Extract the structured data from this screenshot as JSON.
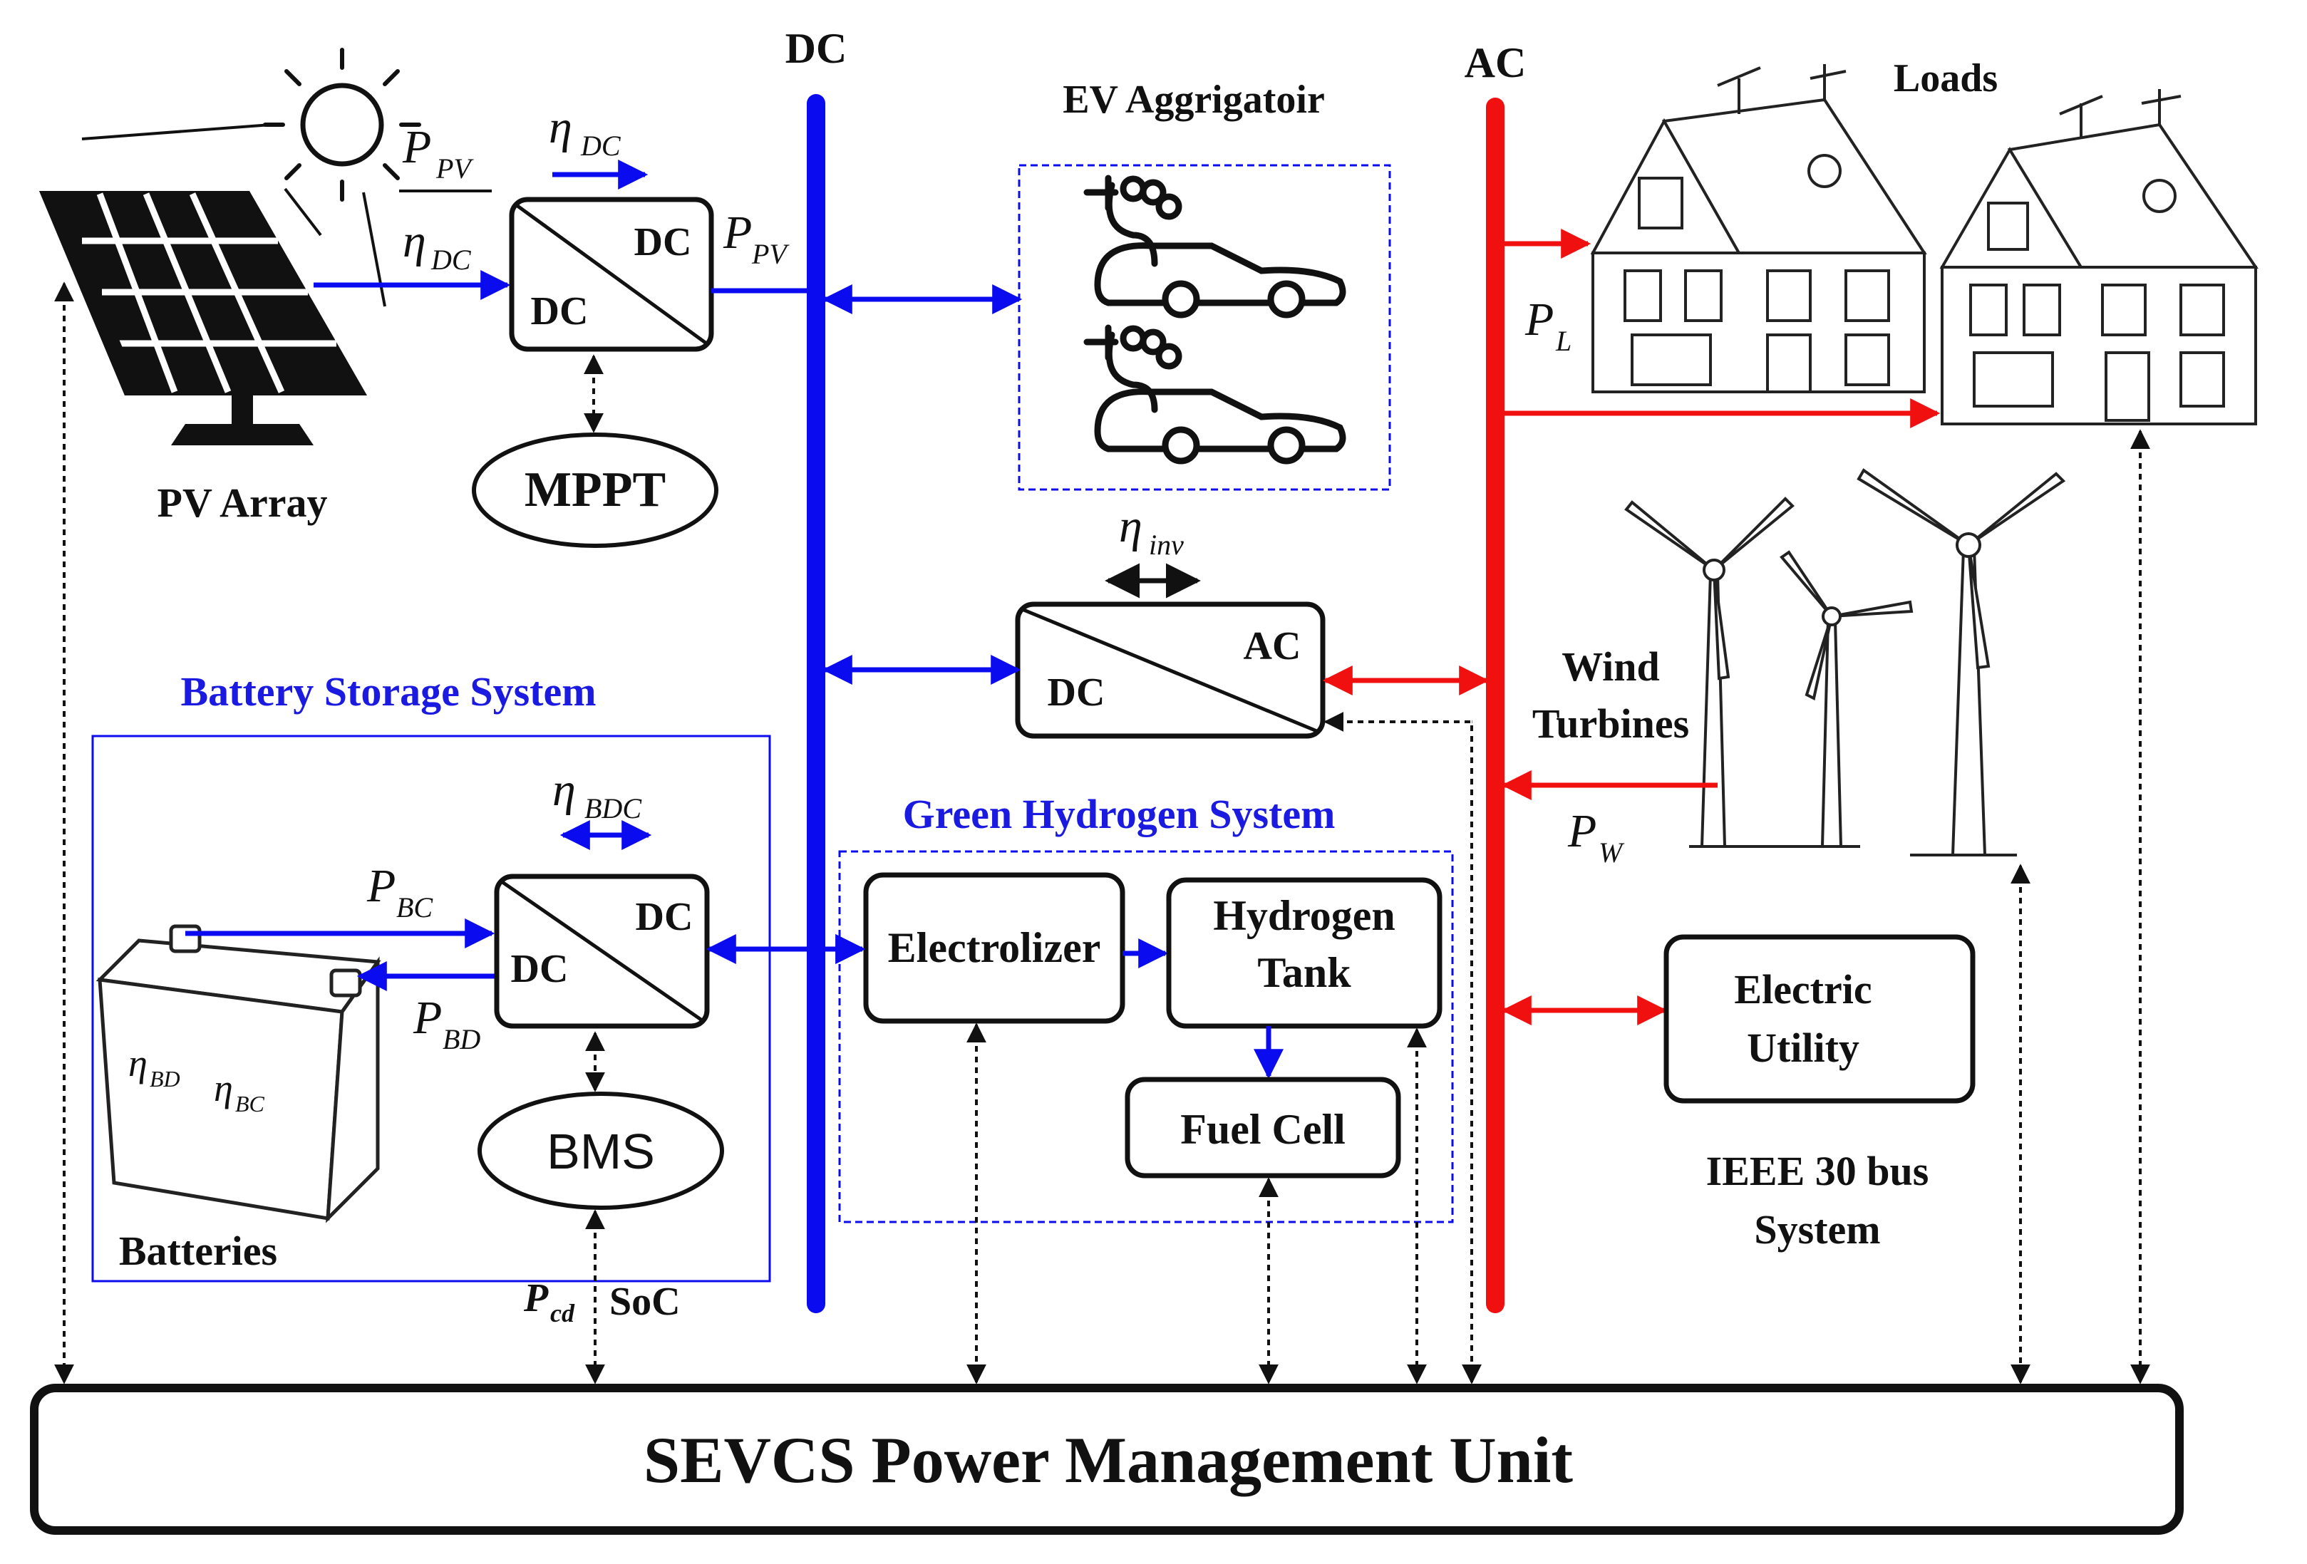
{
  "bus": {
    "dc": "DC",
    "ac": "AC"
  },
  "pv": {
    "label": "PV Array",
    "p_sym": "P",
    "p_sub": "PV",
    "eta_sym": "η",
    "eta_sub": "DC",
    "conv_top": "DC",
    "conv_bot": "DC",
    "eta_conv_sym": "η",
    "eta_conv_sub": "DC",
    "out_sym": "P",
    "out_sub": "PV",
    "mppt": "MPPT"
  },
  "ev": {
    "title": "EV Aggrigatoir"
  },
  "inverter": {
    "eta_sym": "η",
    "eta_sub": "inv",
    "top": "AC",
    "bot": "DC"
  },
  "loads": {
    "title": "Loads",
    "p_sym": "P",
    "p_sub": "L"
  },
  "wind": {
    "line1": "Wind",
    "line2": "Turbines",
    "p_sym": "P",
    "p_sub": "W"
  },
  "battery": {
    "title": "Battery Storage System",
    "eta_sym": "η",
    "eta_sub": "BDC",
    "conv_top": "DC",
    "conv_bot": "DC",
    "pbc_sym": "P",
    "pbc_sub": "BC",
    "pbd_sym": "P",
    "pbd_sub": "BD",
    "eta_bd": "η",
    "eta_bd_sub": "BD",
    "eta_bc": "η",
    "eta_bc_sub": "BC",
    "label": "Batteries",
    "bms": "BMS",
    "pcd_sym": "P",
    "pcd_sub": "cd",
    "soc": "SoC"
  },
  "hydrogen": {
    "title": "Green Hydrogen System",
    "electrolizer": "Electrolizer",
    "tank_line1": "Hydrogen",
    "tank_line2": "Tank",
    "fuel_cell": "Fuel Cell"
  },
  "utility": {
    "line1": "Electric",
    "line2": "Utility",
    "ieee1": "IEEE 30 bus",
    "ieee2": "System"
  },
  "pmu": {
    "title": "SEVCS Power Management Unit"
  },
  "colors": {
    "dc_bus": "#0b0bf0",
    "ac_bus": "#f01010",
    "title_blue": "#1a1ae0"
  }
}
